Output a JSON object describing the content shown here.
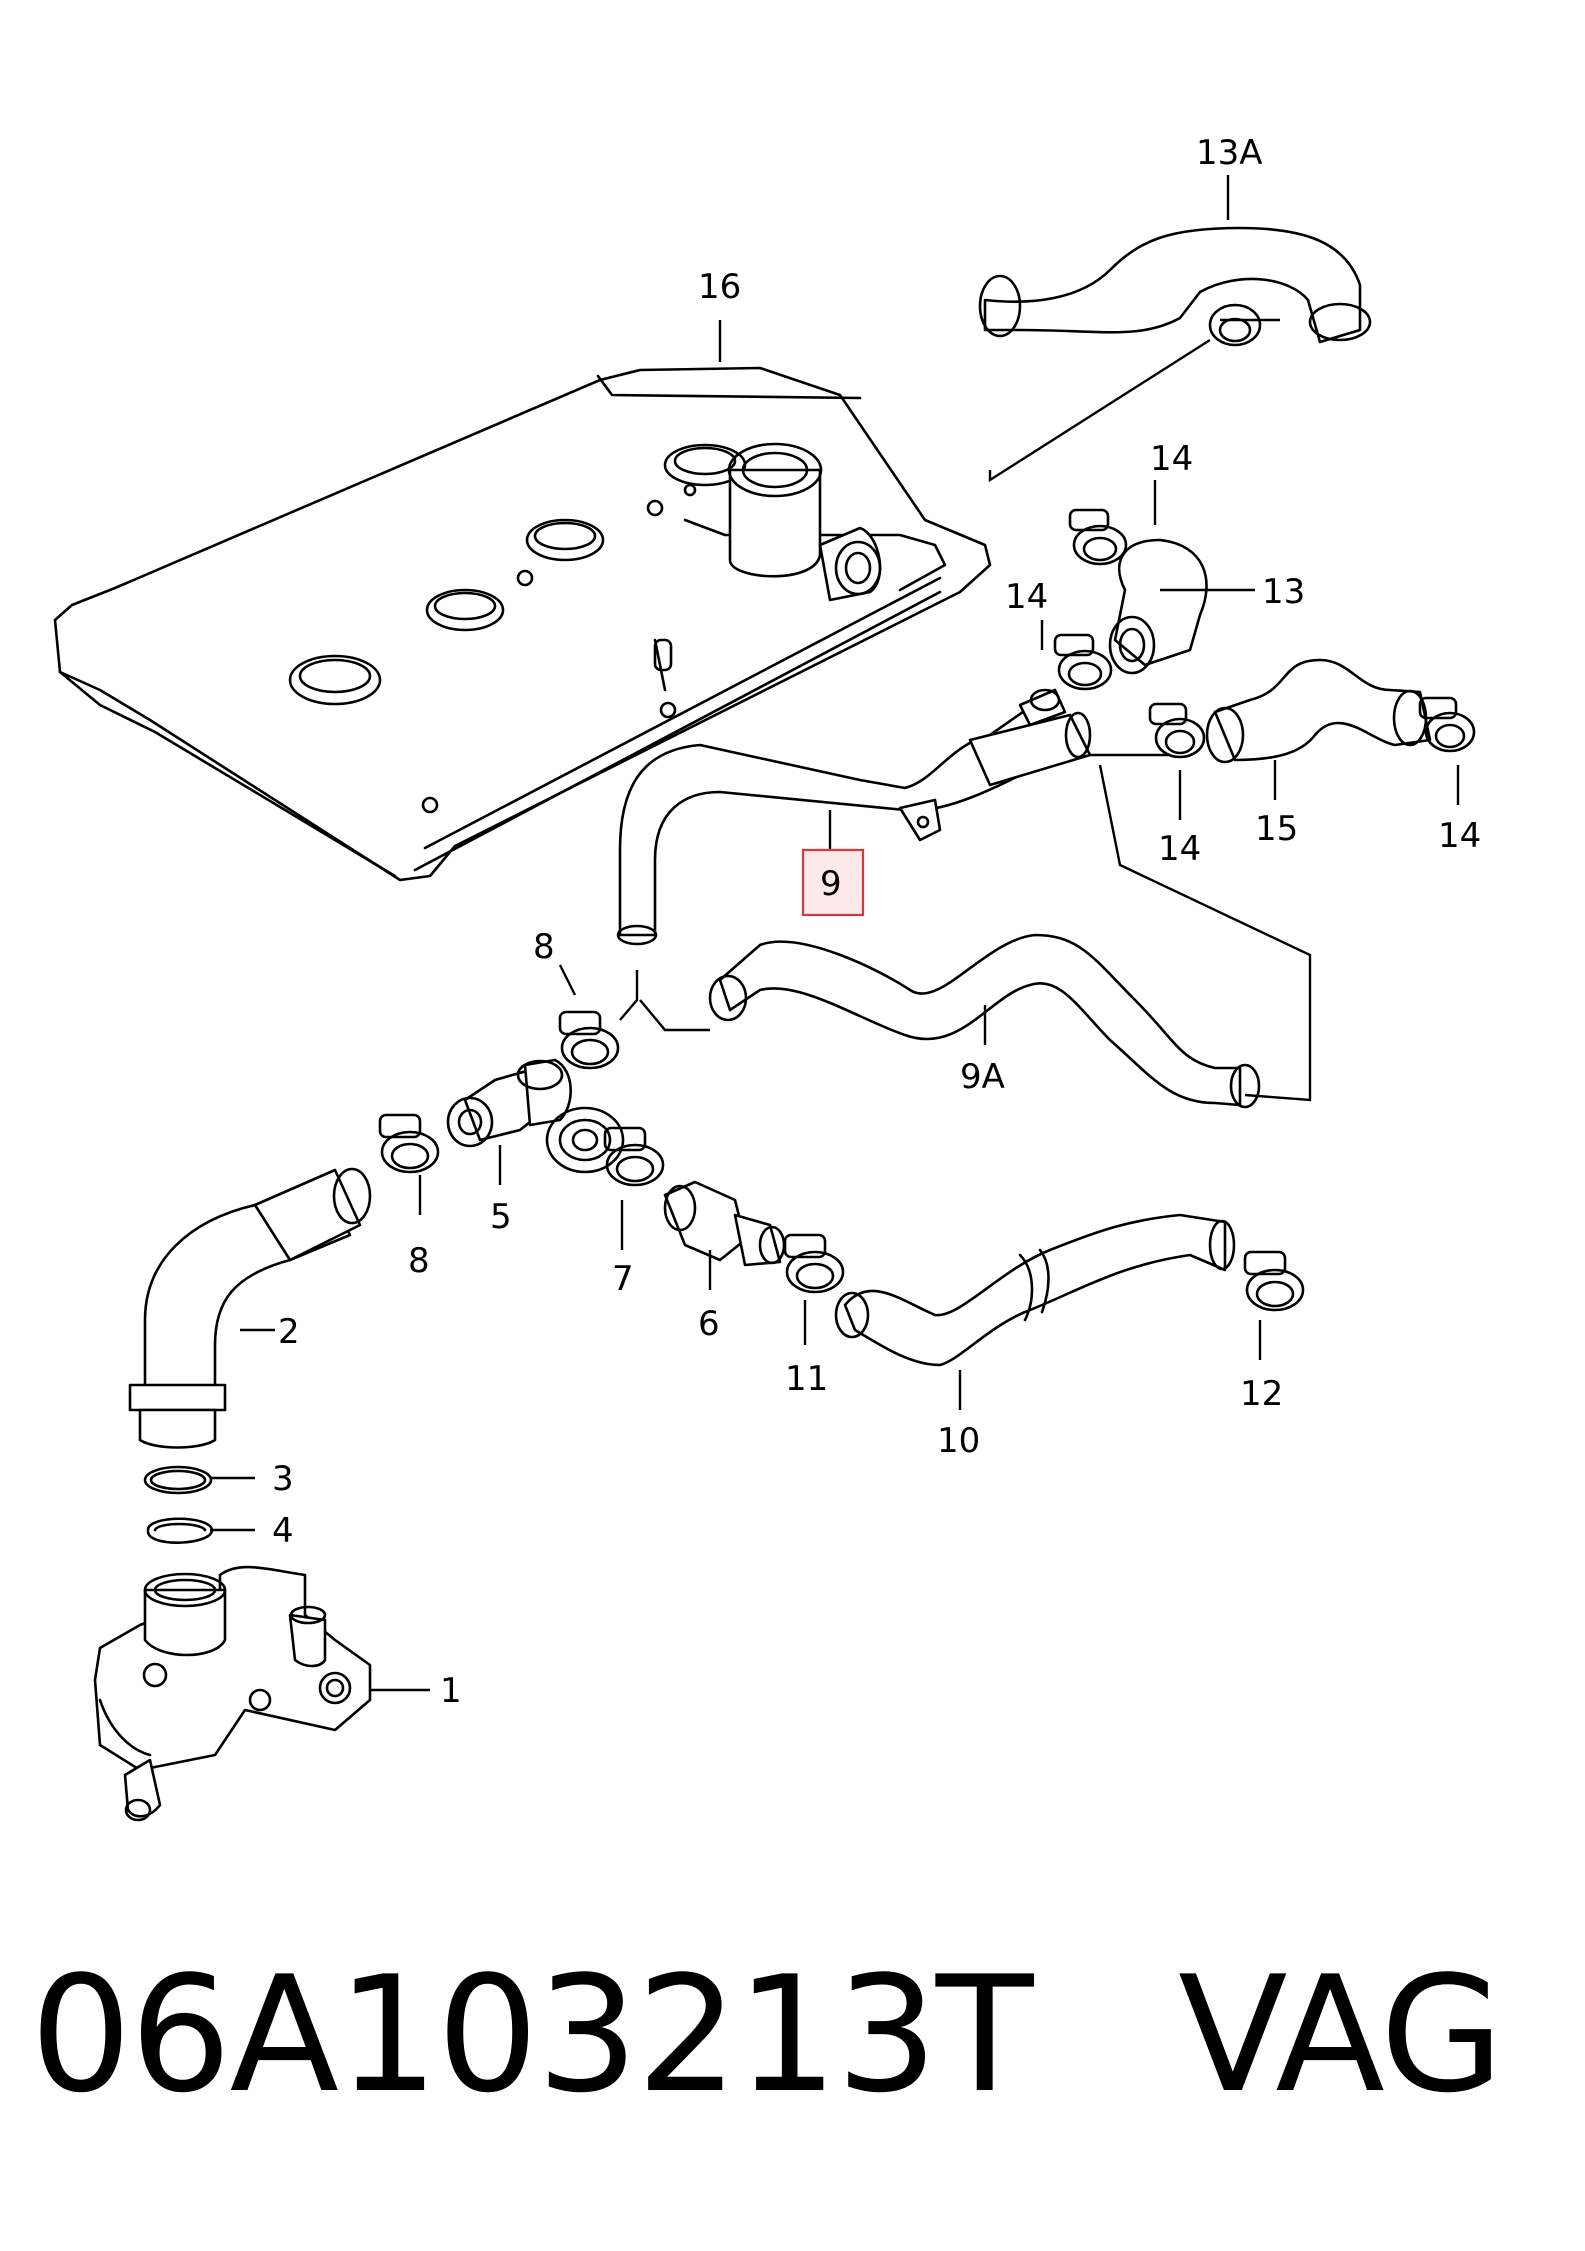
{
  "labels": {
    "l1": "1",
    "l2": "2",
    "l3": "3",
    "l4": "4",
    "l5": "5",
    "l6": "6",
    "l7": "7",
    "l8a": "8",
    "l8b": "8",
    "l9": "9",
    "l9a": "9A",
    "l10": "10",
    "l11": "11",
    "l12": "12",
    "l13": "13",
    "l13a": "13A",
    "l14a": "14",
    "l14b": "14",
    "l14c": "14",
    "l14d": "14",
    "l15": "15",
    "l16": "16"
  },
  "highlighted_part": "9",
  "caption": "06A103213T   VAG",
  "colors": {
    "line": "#000000",
    "highlight_border": "#d9363e",
    "highlight_fill": "#fde9ea"
  }
}
